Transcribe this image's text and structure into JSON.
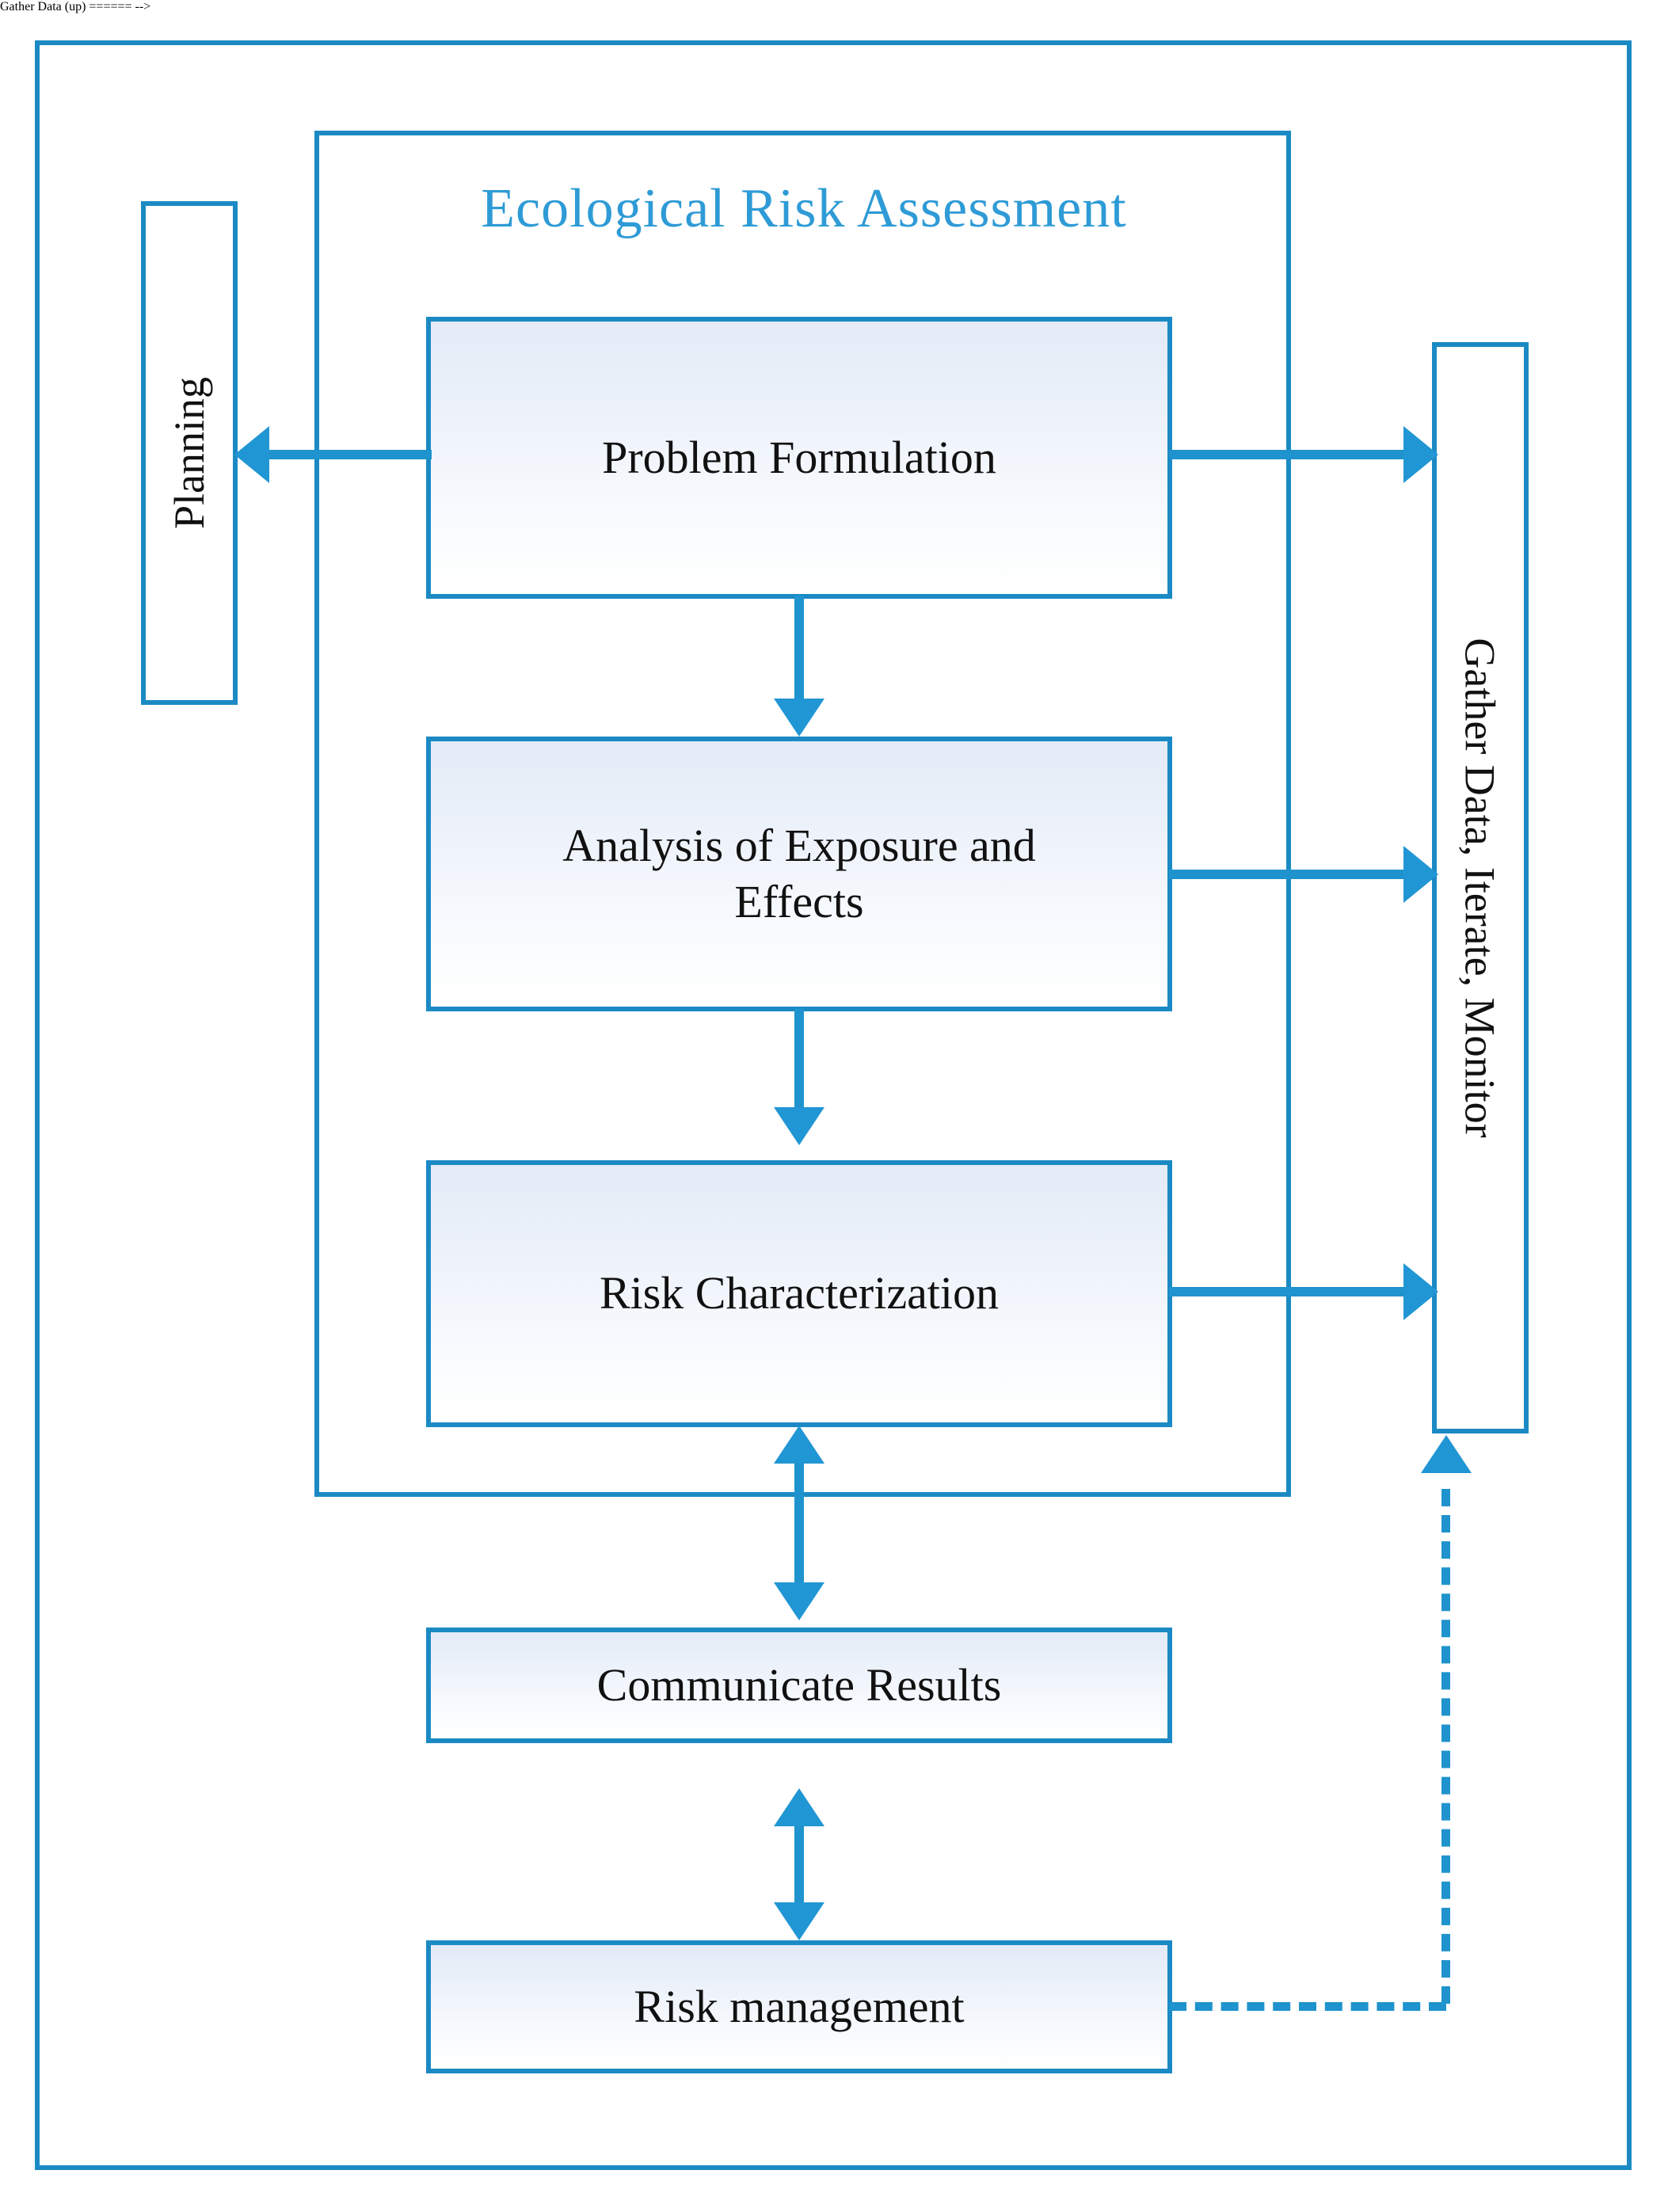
{
  "diagram": {
    "title": "Ecological Risk Assessment",
    "accent_color": "#1b8ac4",
    "title_color": "#2e9bd6",
    "box_fill_top": "#e3ebf7",
    "box_fill_bottom": "#ffffff",
    "text_color": "#111111"
  },
  "boxes": {
    "problem_formulation": "Problem Formulation",
    "analysis": "Analysis of Exposure and Effects",
    "risk_characterization": "Risk Characterization",
    "communicate_results": "Communicate Results",
    "risk_management": "Risk management",
    "planning": "Planning",
    "gather_data": "Gather Data, Iterate, Monitor"
  },
  "connectors": [
    {
      "name": "problem-to-planning",
      "from": "Problem Formulation",
      "to": "Planning",
      "style": "solid",
      "heads": "left"
    },
    {
      "name": "problem-to-gather",
      "from": "Problem Formulation",
      "to": "Gather Data, Iterate, Monitor",
      "style": "solid",
      "heads": "right"
    },
    {
      "name": "problem-to-analysis",
      "from": "Problem Formulation",
      "to": "Analysis of Exposure and Effects",
      "style": "solid",
      "heads": "down"
    },
    {
      "name": "analysis-to-gather",
      "from": "Analysis of Exposure and Effects",
      "to": "Gather Data, Iterate, Monitor",
      "style": "solid",
      "heads": "right"
    },
    {
      "name": "analysis-to-riskchar",
      "from": "Analysis of Exposure and Effects",
      "to": "Risk Characterization",
      "style": "solid",
      "heads": "down"
    },
    {
      "name": "riskchar-to-gather",
      "from": "Risk Characterization",
      "to": "Gather Data, Iterate, Monitor",
      "style": "solid",
      "heads": "right"
    },
    {
      "name": "riskchar-to-communicate",
      "from": "Risk Characterization",
      "to": "Communicate Results",
      "style": "solid",
      "heads": "both"
    },
    {
      "name": "communicate-to-riskmgmt",
      "from": "Communicate Results",
      "to": "Risk management",
      "style": "solid",
      "heads": "both"
    },
    {
      "name": "riskmgmt-to-gather",
      "from": "Risk management",
      "to": "Gather Data, Iterate, Monitor",
      "style": "dashed",
      "heads": "up"
    }
  ]
}
